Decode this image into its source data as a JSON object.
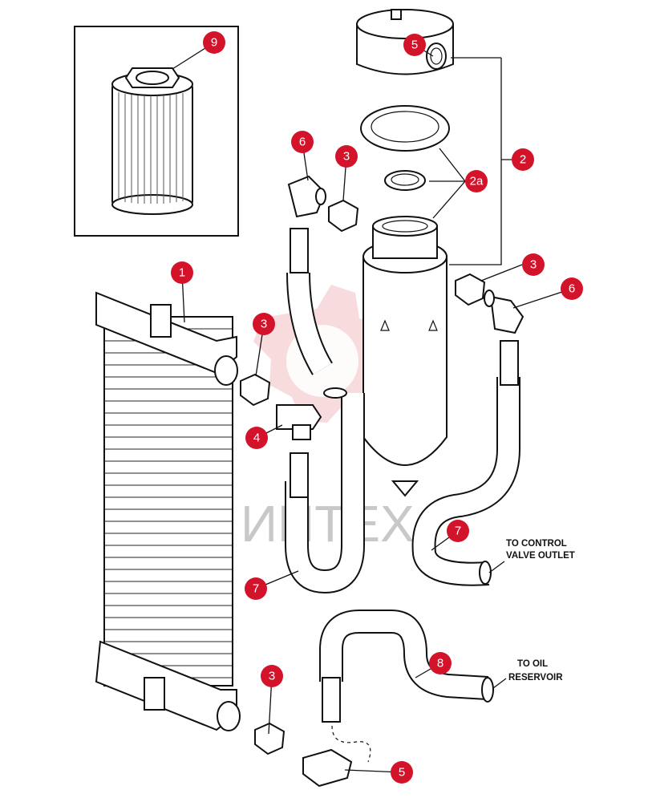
{
  "callouts": [
    {
      "id": "9",
      "label": "9"
    },
    {
      "id": "5-top",
      "label": "5"
    },
    {
      "id": "6-left",
      "label": "6"
    },
    {
      "id": "3-upper",
      "label": "3"
    },
    {
      "id": "2",
      "label": "2"
    },
    {
      "id": "2a",
      "label": "2a"
    },
    {
      "id": "3-right",
      "label": "3"
    },
    {
      "id": "6-right",
      "label": "6"
    },
    {
      "id": "1",
      "label": "1"
    },
    {
      "id": "3-mid",
      "label": "3"
    },
    {
      "id": "4",
      "label": "4"
    },
    {
      "id": "7-right",
      "label": "7"
    },
    {
      "id": "7-left",
      "label": "7"
    },
    {
      "id": "8",
      "label": "8"
    },
    {
      "id": "3-lower",
      "label": "3"
    },
    {
      "id": "5-lower",
      "label": "5"
    }
  ],
  "notes": {
    "control_valve_line1": "TO CONTROL",
    "control_valve_line2": "VALVE OUTLET",
    "reservoir_line1": "TO OIL",
    "reservoir_line2": "RESERVOIR"
  },
  "watermark": {
    "text": "ИНТЕХ"
  },
  "colors": {
    "callout_fill": "#d3132a",
    "callout_text": "#ffffff",
    "watermark": "#f2b8bd"
  }
}
